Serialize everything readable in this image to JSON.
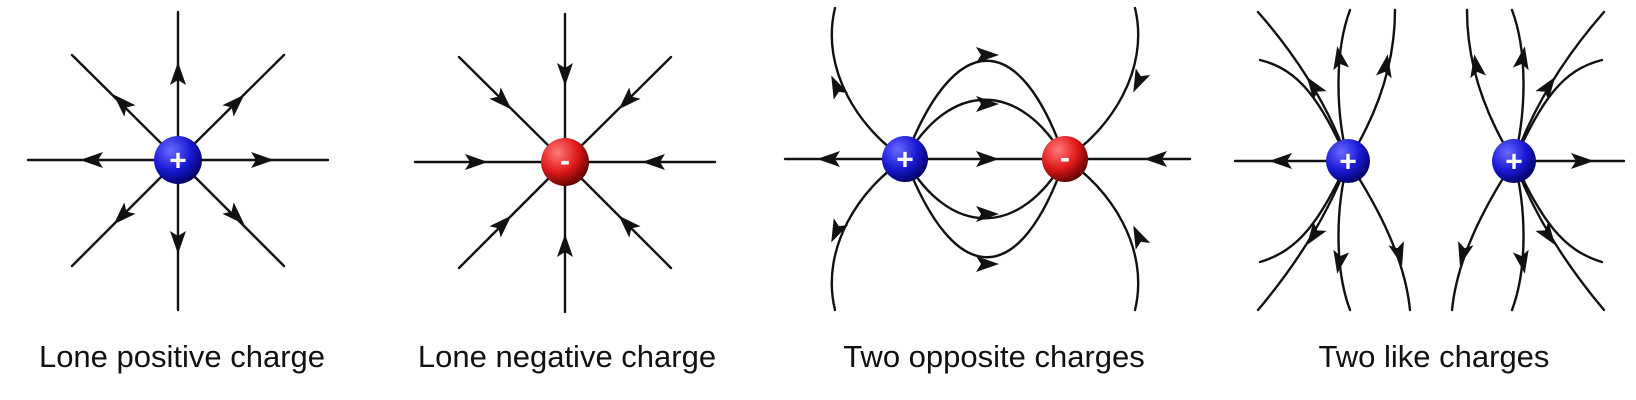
{
  "colors": {
    "line": "#111111",
    "positive": "#1a1ad6",
    "positive_dark": "#000060",
    "negative": "#e01a1a",
    "negative_dark": "#5a0000",
    "sign": "#ffffff"
  },
  "icons": {
    "positive_charge": "plus-sign",
    "negative_charge": "minus-sign",
    "field_arrow": "arrowhead"
  },
  "panels": [
    {
      "label": "Lone positive charge",
      "charges": [
        {
          "sign": "+"
        }
      ]
    },
    {
      "label": "Lone negative charge",
      "charges": [
        {
          "sign": "-"
        }
      ]
    },
    {
      "label": "Two opposite charges",
      "charges": [
        {
          "sign": "+"
        },
        {
          "sign": "-"
        }
      ]
    },
    {
      "label": "Two like charges",
      "charges": [
        {
          "sign": "+"
        },
        {
          "sign": "+"
        }
      ]
    }
  ]
}
